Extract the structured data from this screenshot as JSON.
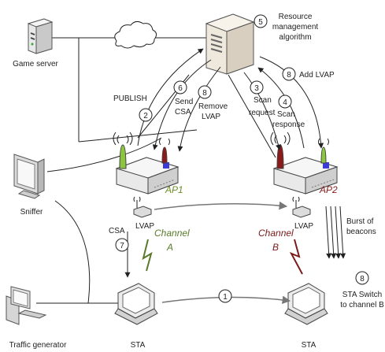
{
  "labels": {
    "game_server": "Game server",
    "sniffer": "Sniffer",
    "traffic_generator": "Traffic generator",
    "resource_mgmt_1": "Resource",
    "resource_mgmt_2": "management",
    "resource_mgmt_3": "algorithm",
    "publish": "PUBLISH",
    "send_csa_1": "Send",
    "send_csa_2": "CSA",
    "remove_lvap_1": "Remove",
    "remove_lvap_2": "LVAP",
    "scan_request_1": "Scan",
    "scan_request_2": "request",
    "scan_response_1": "Scan",
    "scan_response_2": "response",
    "add_lvap": "Add LVAP",
    "ap1": "AP1",
    "ap2": "AP2",
    "lvap_left": "LVAP",
    "lvap_right": "LVAP",
    "csa": "CSA",
    "channel_a_1": "Channel",
    "channel_a_2": "A",
    "channel_b_1": "Channel",
    "channel_b_2": "B",
    "burst_1": "Burst of",
    "burst_2": "beacons",
    "sta_switch_1": "STA Switch",
    "sta_switch_2": "to channel B",
    "sta_left": "STA",
    "sta_right": "STA"
  },
  "steps": {
    "s1": "1",
    "s2": "2",
    "s3": "3",
    "s4": "4",
    "s5": "5",
    "s6": "6",
    "s7": "7",
    "s8a": "8",
    "s8b": "8",
    "s8c": "8"
  },
  "colors": {
    "ap1_label": "#6b8e23",
    "ap2_label": "#8b1a1a",
    "channel_a": "#5a7a2a",
    "channel_b": "#7a1a1a",
    "antenna_green": "#8cc63f",
    "antenna_red": "#8b1a1a",
    "line": "#222222",
    "gray_arrow": "#777777"
  }
}
